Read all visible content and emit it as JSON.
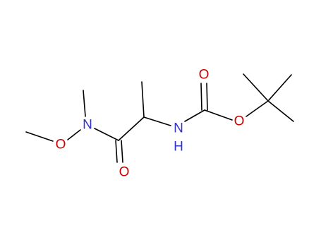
{
  "colors": {
    "carbon_bond": "#000000",
    "nitrogen": "#3333cc",
    "oxygen": "#cc0000"
  },
  "atoms": {
    "n_amide": "N",
    "o_methoxy": "O",
    "o_amide_carbonyl": "O",
    "n_carbamate": "N",
    "h_carbamate": "H",
    "o_carbamate_carbonyl": "O",
    "o_ester": "O"
  }
}
